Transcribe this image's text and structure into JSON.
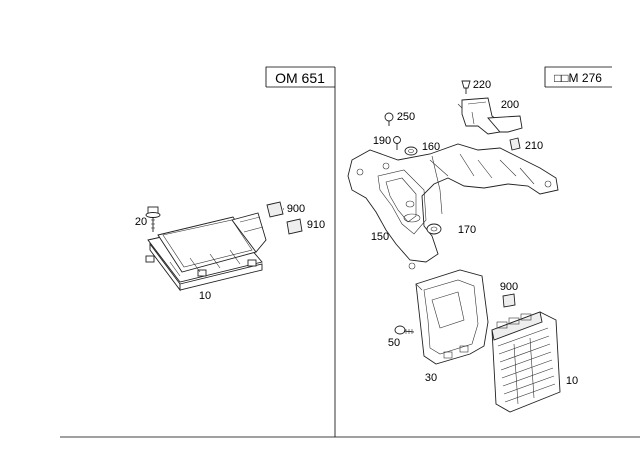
{
  "panels": {
    "left": {
      "engine": "OM 651"
    },
    "right": {
      "engine": "□□M 276"
    }
  },
  "callouts": {
    "left": {
      "p10": "10",
      "p20": "20",
      "p900": "900",
      "p910": "910"
    },
    "right": {
      "p220": "220",
      "p250": "250",
      "p200": "200",
      "p190": "190",
      "p160": "160",
      "p210": "210",
      "p150": "150",
      "p170": "170",
      "p900": "900",
      "p50": "50",
      "p30": "30",
      "p10": "10"
    }
  }
}
